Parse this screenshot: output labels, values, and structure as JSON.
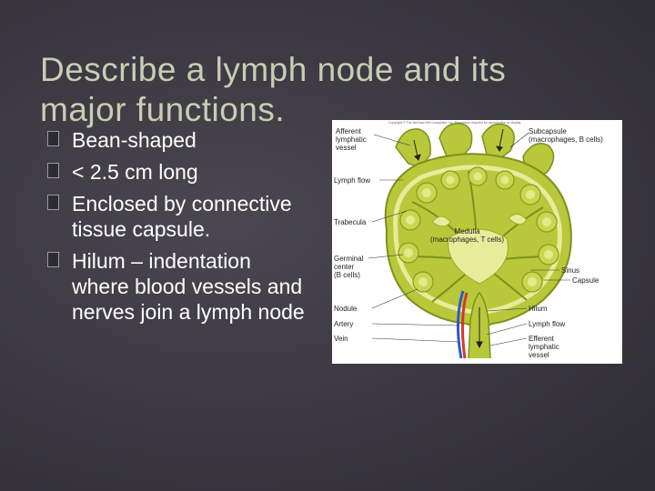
{
  "slide": {
    "title": "Describe a lymph node and its major functions.",
    "bullets": [
      "Bean-shaped",
      "< 2.5 cm long",
      "Enclosed by connective tissue capsule.",
      "Hilum – indentation where blood vessels and nerves join a lymph node"
    ]
  },
  "figure": {
    "copyright": "Copyright © The McGraw-Hill Companies, Inc. Permission required for reproduction or display.",
    "labels": {
      "afferent": [
        "Afferent",
        "lymphatic",
        "vessel"
      ],
      "subcapsule": [
        "Subcapsule",
        "(macrophages, B cells)"
      ],
      "lymph_flow_left": "Lymph flow",
      "trabecula": "Trabecula",
      "medulla": [
        "Medulla",
        "(macrophages, T cells)"
      ],
      "germinal": [
        "Germinal",
        "center",
        "(B cells)"
      ],
      "sinus": "Sinus",
      "capsule": "Capsule",
      "nodule": "Nodule",
      "hilum": "Hilum",
      "artery": "Artery",
      "lymph_flow_right": "Lymph flow",
      "vein": "Vein",
      "efferent": [
        "Efferent",
        "lymphatic",
        "vessel"
      ]
    },
    "colors": {
      "tissue": "#b8c83a",
      "tissue_dark": "#7f8f1e",
      "sinus": "#e6ec9a",
      "artery": "#d23a2a",
      "vein": "#2a5cc8"
    }
  }
}
